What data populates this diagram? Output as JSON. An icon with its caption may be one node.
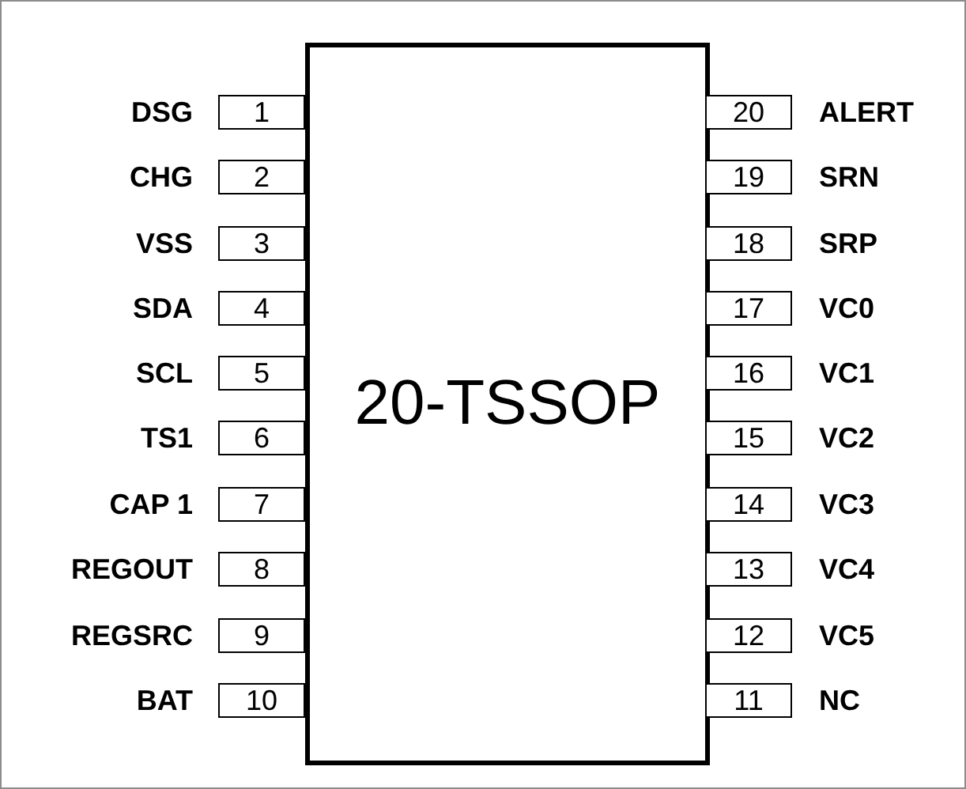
{
  "diagram": {
    "nodes": [
      {
        "text": [
          "20-TSSOP"
        ]
      },
      {
        "text": [
          "1"
        ],
        "beside": [
          "DSG"
        ]
      },
      {
        "text": [
          "2"
        ],
        "beside": [
          "CHG"
        ]
      },
      {
        "text": [
          "3"
        ],
        "beside": [
          "VSS"
        ]
      },
      {
        "text": [
          "4"
        ],
        "beside": [
          "SDA"
        ]
      },
      {
        "text": [
          "5"
        ],
        "beside": [
          "SCL"
        ]
      },
      {
        "text": [
          "6"
        ],
        "beside": [
          "TS1"
        ]
      },
      {
        "text": [
          "7"
        ],
        "beside": [
          "CAP 1"
        ]
      },
      {
        "text": [
          "8"
        ],
        "beside": [
          "REGOUT"
        ]
      },
      {
        "text": [
          "9"
        ],
        "beside": [
          "REGSRC"
        ]
      },
      {
        "text": [
          "10"
        ],
        "beside": [
          "BAT"
        ]
      },
      {
        "text": [
          "11"
        ],
        "beside": [
          "NC"
        ]
      },
      {
        "text": [
          "12"
        ],
        "beside": [
          "VC5"
        ]
      },
      {
        "text": [
          "13"
        ],
        "beside": [
          "VC4"
        ]
      },
      {
        "text": [
          "14"
        ],
        "beside": [
          "VC3"
        ]
      },
      {
        "text": [
          "15"
        ],
        "beside": [
          "VC2"
        ]
      },
      {
        "text": [
          "16"
        ],
        "beside": [
          "VC1"
        ]
      },
      {
        "text": [
          "17"
        ],
        "beside": [
          "VC0"
        ]
      },
      {
        "text": [
          "18"
        ],
        "beside": [
          "SRP"
        ]
      },
      {
        "text": [
          "19"
        ],
        "beside": [
          "SRN"
        ]
      },
      {
        "text": [
          "20"
        ],
        "beside": [
          "ALERT"
        ]
      }
    ]
  }
}
